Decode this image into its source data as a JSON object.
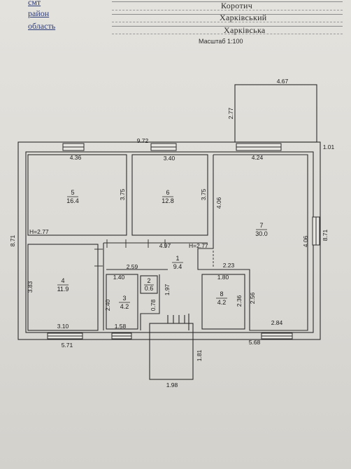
{
  "header": {
    "left_labels": [
      "смт",
      "район",
      "область"
    ],
    "values": [
      "Коротич",
      "Харківський",
      "Харківська"
    ],
    "scale": "Масштаб 1:100"
  },
  "rooms": [
    {
      "number": "5",
      "area": "16.4"
    },
    {
      "number": "6",
      "area": "12.8"
    },
    {
      "number": "7",
      "area": "30.0"
    },
    {
      "number": "4",
      "area": "11.9"
    },
    {
      "number": "1",
      "area": "9.4"
    },
    {
      "number": "2",
      "area": "0.6"
    },
    {
      "number": "3",
      "area": "4.2"
    },
    {
      "number": "8",
      "area": "4.2"
    }
  ],
  "dimensions": {
    "annex_top": "4.67",
    "annex_side": "2.77",
    "top_total": "9.72",
    "top_left": "4.36",
    "top_mid": "3.40",
    "top_right": "4.24",
    "right_offset": "1.01",
    "left_total": "8.71",
    "right_total": "8.71",
    "room5_h": "3.75",
    "room6_h": "3.75",
    "room7_left": "4.06",
    "room7_right": "4.06",
    "height_left": "H=2.77",
    "height_mid": "H=2.77",
    "corr_len": "4.97",
    "room4_h": "3.83",
    "room3_w": "1.40",
    "room3_h": "2.40",
    "room2_w": "2.59",
    "room1_h": "1.97",
    "door_gap": "0.78",
    "room8_w_outer": "2.23",
    "room8_w": "1.80",
    "room8_h": "2.36",
    "room8_h_outer": "2.56",
    "bottom_room4": "3.10",
    "bottom_room3": "1.58",
    "bottom_left_total": "5.71",
    "bottom_right_total": "5.68",
    "bottom_right_win": "2.84",
    "porch_h": "1.81",
    "porch_w": "1.98"
  }
}
